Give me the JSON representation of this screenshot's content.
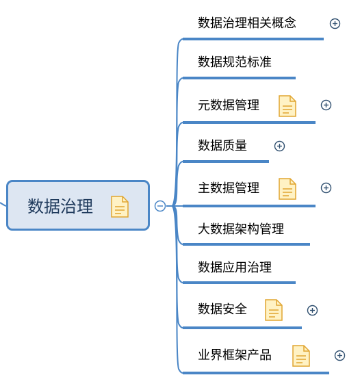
{
  "root": {
    "label": "数据治理",
    "has_note": true,
    "collapse_symbol": "minus"
  },
  "branches": [
    {
      "label": "数据治理相关概念",
      "has_note": false,
      "expandable": true
    },
    {
      "label": "数据规范标准",
      "has_note": false,
      "expandable": false
    },
    {
      "label": "元数据管理",
      "has_note": true,
      "expandable": true
    },
    {
      "label": "数据质量",
      "has_note": false,
      "expandable": true
    },
    {
      "label": "主数据管理",
      "has_note": true,
      "expandable": true
    },
    {
      "label": "大数据架构管理",
      "has_note": false,
      "expandable": false
    },
    {
      "label": "数据应用治理",
      "has_note": false,
      "expandable": false
    },
    {
      "label": "数据安全",
      "has_note": true,
      "expandable": true
    },
    {
      "label": "业界框架产品",
      "has_note": true,
      "expandable": true
    }
  ],
  "colors": {
    "connector": "#4a86c6",
    "root_fill": "#dde6f2",
    "root_border": "#4a86c6",
    "note_fill": "#fff2c4",
    "note_stroke": "#e0a530"
  },
  "icons": {
    "note": "note-icon",
    "expand": "plus-circle-icon",
    "collapse": "minus-circle-icon"
  }
}
